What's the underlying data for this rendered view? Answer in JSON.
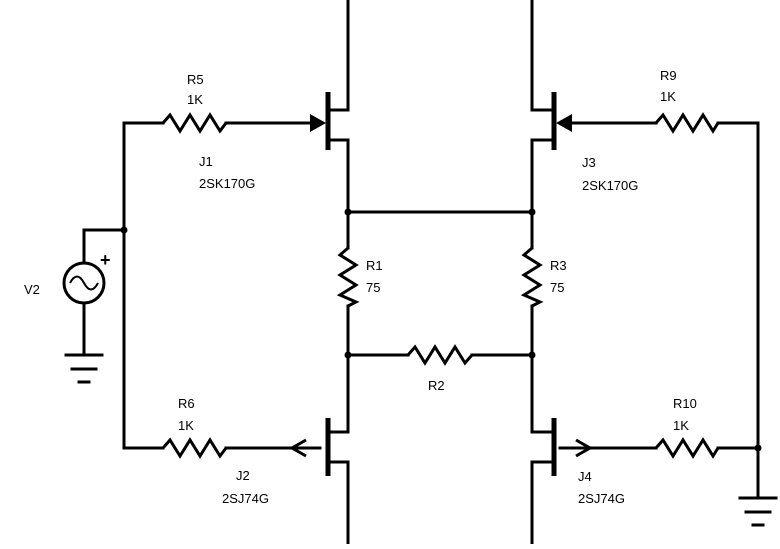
{
  "components": {
    "r5": {
      "ref": "R5",
      "value": "1K"
    },
    "r6": {
      "ref": "R6",
      "value": "1K"
    },
    "r9": {
      "ref": "R9",
      "value": "1K"
    },
    "r10": {
      "ref": "R10",
      "value": "1K"
    },
    "r1": {
      "ref": "R1",
      "value": "75"
    },
    "r3": {
      "ref": "R3",
      "value": "75"
    },
    "r2": {
      "ref": "R2"
    },
    "j1": {
      "ref": "J1",
      "part": "2SK170G"
    },
    "j2": {
      "ref": "J2",
      "part": "2SJ74G"
    },
    "j3": {
      "ref": "J3",
      "part": "2SK170G"
    },
    "j4": {
      "ref": "J4",
      "part": "2SJ74G"
    },
    "v2": {
      "ref": "V2",
      "polarity": "+"
    }
  },
  "colors": {
    "ink": "#000000",
    "background": "#ffffff"
  }
}
